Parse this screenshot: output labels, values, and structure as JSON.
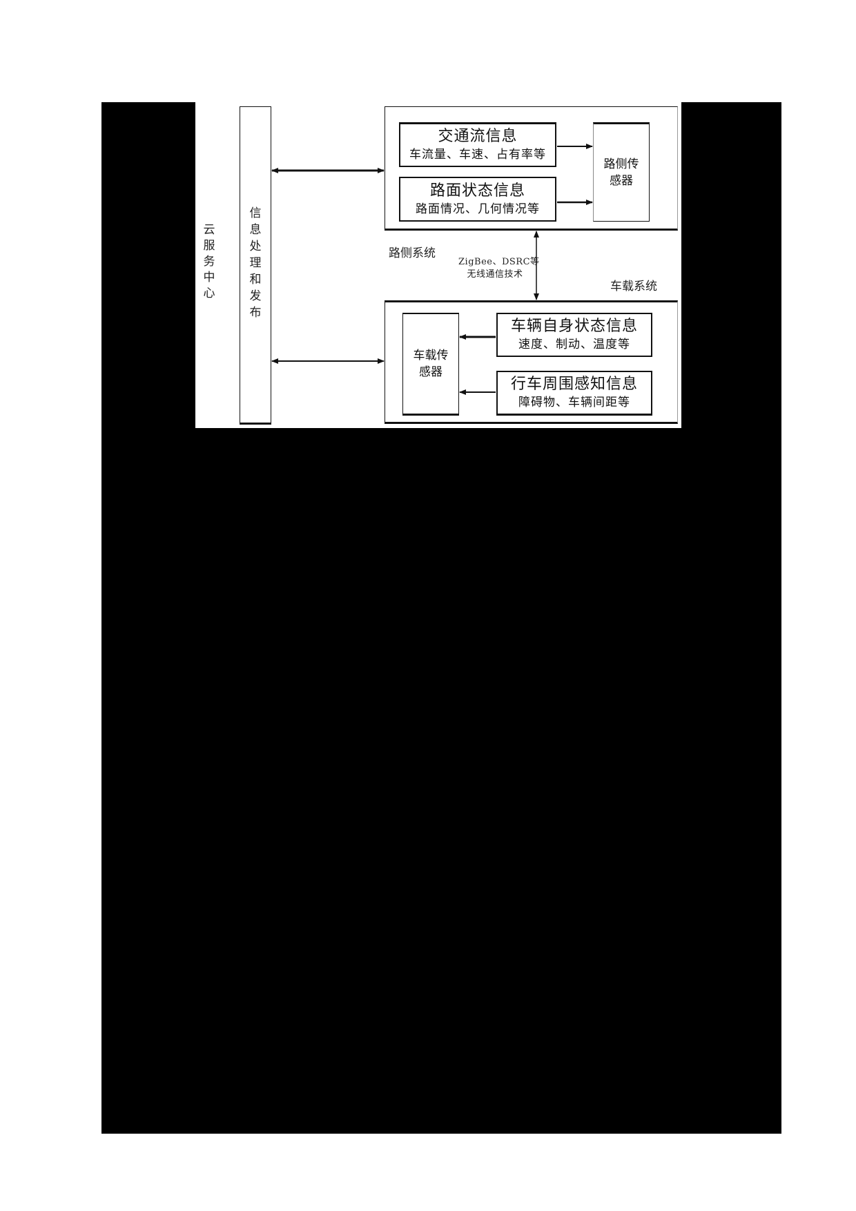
{
  "diagram": {
    "cloud_center": {
      "label": "云服务中心",
      "chars": [
        "云",
        "服",
        "务",
        "中",
        "心"
      ]
    },
    "info_processing": {
      "label": "信息处理和发布",
      "chars": [
        "信",
        "息",
        "处",
        "理",
        "和",
        "发",
        "布"
      ]
    },
    "roadside_system": {
      "label": "路侧系统",
      "traffic_flow": {
        "title": "交通流信息",
        "subtitle": "车流量、车速、占有率等"
      },
      "road_state": {
        "title": "路面状态信息",
        "subtitle": "路面情况、几何情况等"
      },
      "sensor": {
        "line1": "路侧传",
        "line2": "感器"
      }
    },
    "communication": {
      "line1": "ZigBee、DSRC等",
      "line2": "无线通信技术"
    },
    "vehicle_system": {
      "label": "车载系统",
      "vehicle_state": {
        "title": "车辆自身状态信息",
        "subtitle": "速度、制动、温度等"
      },
      "surrounding": {
        "title": "行车周围感知信息",
        "subtitle": "障碍物、车辆间距等"
      },
      "sensor": {
        "line1": "车载传",
        "line2": "感器"
      }
    }
  },
  "colors": {
    "background": "#ffffff",
    "mask": "#000000",
    "line": "#111111"
  }
}
